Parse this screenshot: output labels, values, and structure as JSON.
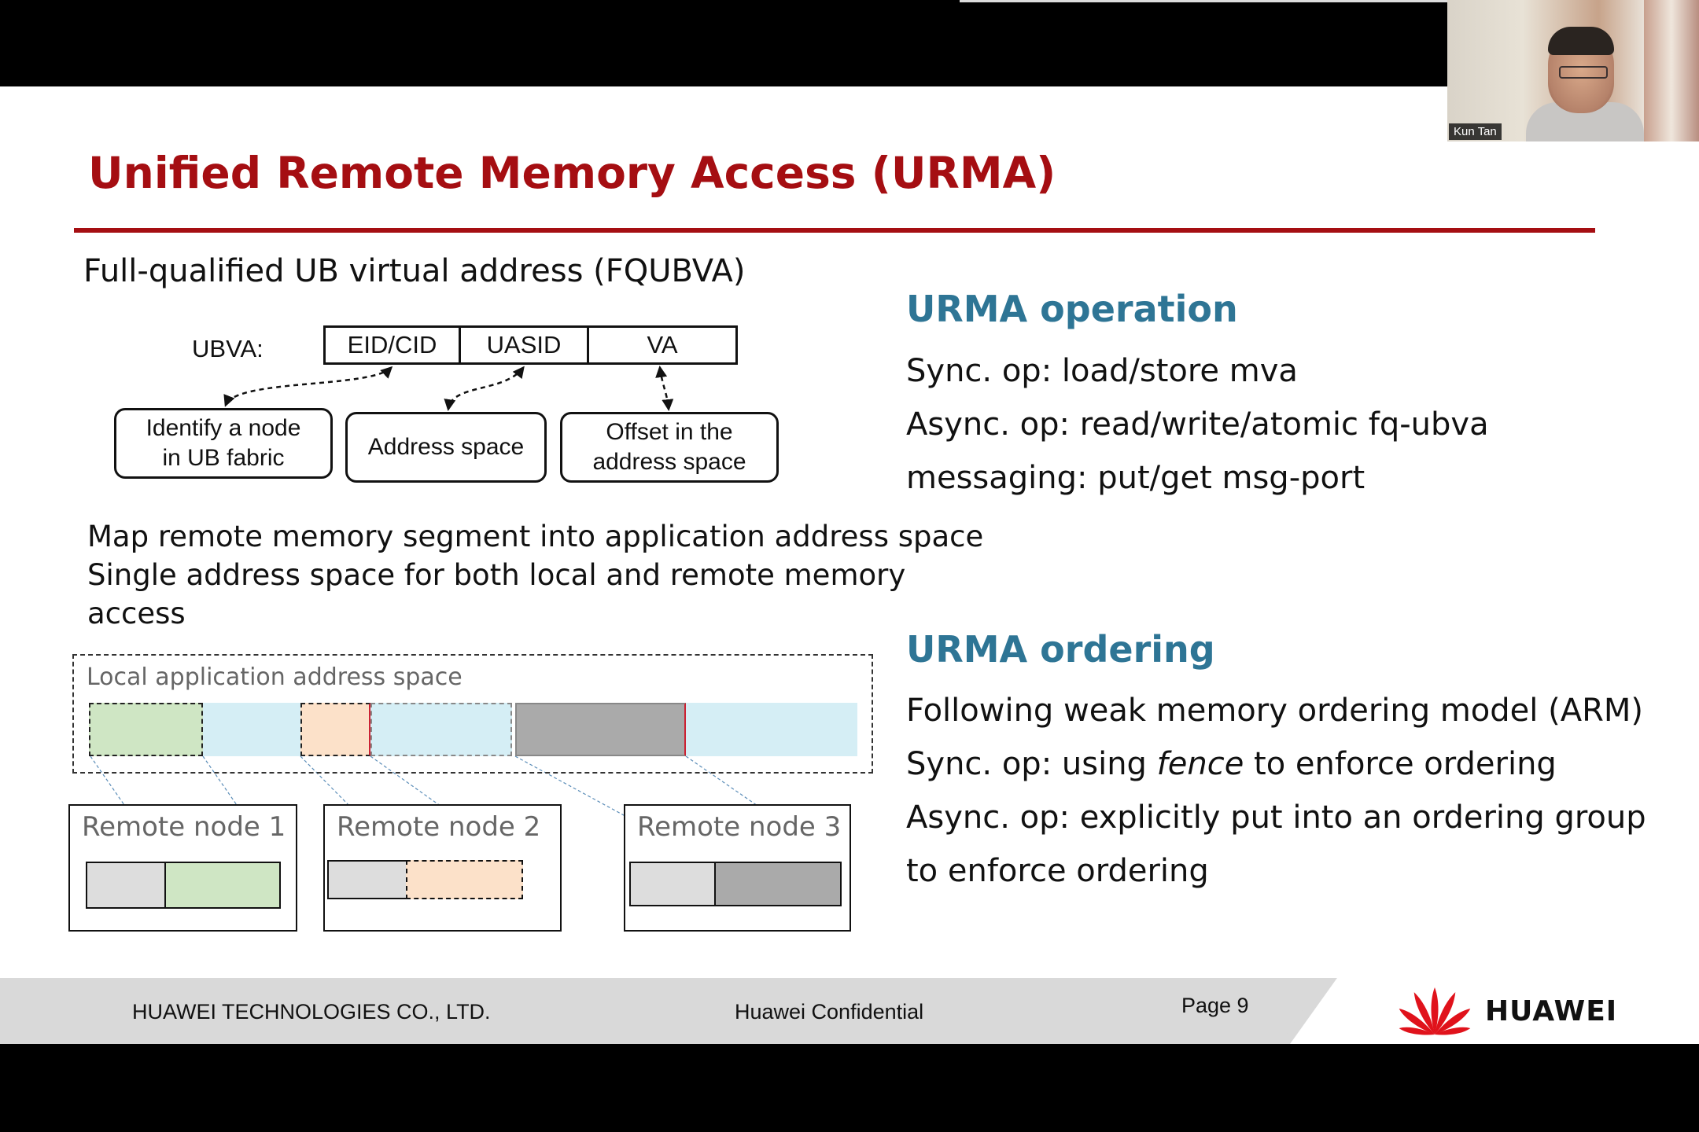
{
  "webcam": {
    "participant_name": "Kun Tan"
  },
  "slide": {
    "title": "Unified Remote Memory Access (URMA)",
    "fq_heading": "Full-qualified UB virtual address (FQUBVA)",
    "ubva": {
      "label": "UBVA:",
      "fields": [
        "EID/CID",
        "UASID",
        "VA"
      ],
      "descriptions": [
        [
          "Identify a node",
          "in UB fabric"
        ],
        [
          "Address space"
        ],
        [
          "Offset in the",
          "address space"
        ]
      ]
    },
    "map_text": [
      "Map remote memory segment into application address space",
      "Single address space for both local and remote memory",
      "access"
    ],
    "local_space_label": "Local application address space",
    "remote_nodes": [
      "Remote node 1",
      "Remote node 2",
      "Remote node 3"
    ],
    "colors": {
      "title_red": "#a50e12",
      "heading_blue": "#2e7595",
      "seg_green": "#cfe6c4",
      "seg_blue": "#d5eef5",
      "seg_peach": "#fce1c9",
      "seg_gray": "#aaaaaa",
      "seg_light_gray": "#dddddd"
    },
    "operation": {
      "heading": "URMA operation",
      "lines": [
        "Sync. op: load/store mva",
        "Async. op: read/write/atomic fq-ubva",
        "messaging: put/get msg-port"
      ]
    },
    "ordering": {
      "heading": "URMA ordering",
      "line1": "Following weak memory ordering model (ARM)",
      "line2_before": "Sync. op: using ",
      "line2_italic": "fence",
      "line2_after": " to enforce ordering",
      "line3": "Async. op: explicitly put into an ordering group",
      "line4": "to enforce ordering"
    },
    "footer": {
      "company": "HUAWEI TECHNOLOGIES CO., LTD.",
      "confidential": "Huawei Confidential",
      "page": "Page 9",
      "brand": "HUAWEI"
    }
  }
}
